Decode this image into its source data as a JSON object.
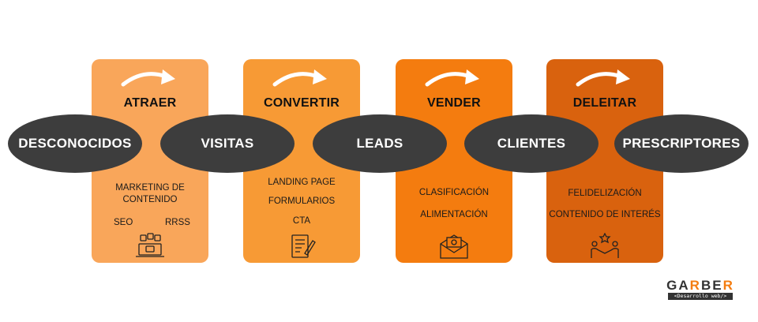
{
  "stages": [
    {
      "title": "ATRAER",
      "items": [
        "MARKETING DE",
        "CONTENIDO",
        "SEO",
        "RRSS"
      ],
      "icon": "social-media-laptop-icon",
      "color": "#f9a65a"
    },
    {
      "title": "CONVERTIR",
      "items": [
        "LANDING PAGE",
        "FORMULARIOS",
        "CTA"
      ],
      "icon": "form-pencil-icon",
      "color": "#f79a35"
    },
    {
      "title": "VENDER",
      "items": [
        "CLASIFICACIÓN",
        "ALIMENTACIÓN"
      ],
      "icon": "email-envelope-icon",
      "color": "#f47c0f"
    },
    {
      "title": "DELEITAR",
      "items": [
        "FELIDELIZACIÓN",
        "CONTENIDO DE INTERÉS"
      ],
      "icon": "handshake-star-icon",
      "color": "#d9620e"
    }
  ],
  "audiences": [
    "DESCONOCIDOS",
    "VISITAS",
    "LEADS",
    "CLIENTES",
    "PRESCRIPTORES"
  ],
  "logo": {
    "text_a": "GA",
    "text_r": "R",
    "text_b": "BE",
    "text_r2": "R",
    "subtitle": "<Desarrollo web/>"
  },
  "colors": {
    "ellipse": "#3d3d3d",
    "accent": "#f47c0f"
  }
}
